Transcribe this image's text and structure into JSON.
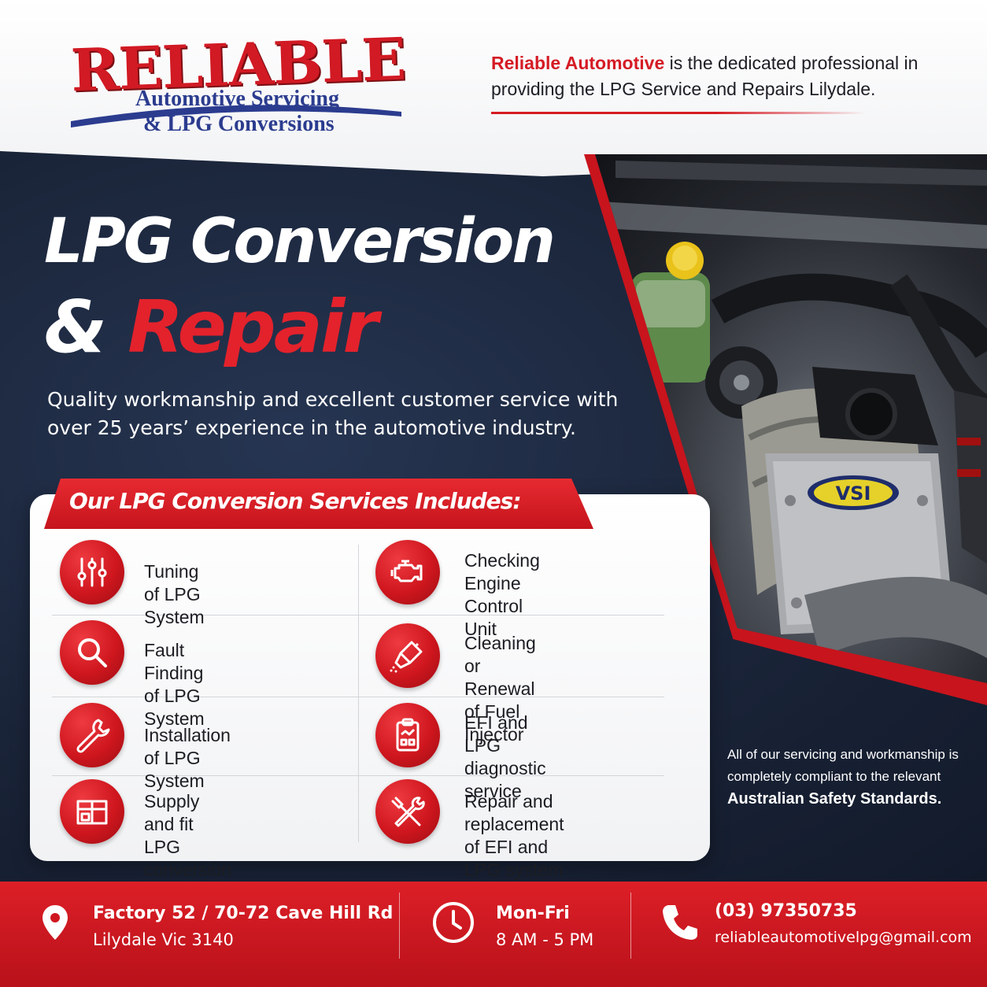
{
  "logo": {
    "main": "RELIABLE",
    "line1": "Automotive Servicing",
    "line2": "& LPG Conversions"
  },
  "tagline": {
    "brand": "Reliable Automotive",
    "rest": " is the dedicated professional in providing the LPG Service and Repairs Lilydale."
  },
  "headline": {
    "line1": "LPG Conversion",
    "amp": "& ",
    "highlight": "Repair"
  },
  "subtitle": "Quality workmanship and excellent customer service with over 25 years’ experience in the automotive industry.",
  "services": {
    "title": "Our LPG Conversion Services Includes:",
    "items": [
      {
        "label": "Tuning of LPG System",
        "icon": "sliders-icon"
      },
      {
        "label": "Checking Engine\nControl Unit",
        "icon": "engine-icon"
      },
      {
        "label": "Fault Finding of LPG System",
        "icon": "magnifier-icon"
      },
      {
        "label": "Cleaning or Renewal\nof Fuel Injector",
        "icon": "injector-icon"
      },
      {
        "label": "Installation of LPG System",
        "icon": "wrench-icon"
      },
      {
        "label": "EFI and LPG\ndiagnostic service",
        "icon": "clipboard-icon"
      },
      {
        "label": "Supply and fit LPG\nconversion kits",
        "icon": "box-icon"
      },
      {
        "label": "Repair and replacement\nof EFI and LPG system",
        "icon": "tools-icon"
      }
    ]
  },
  "compliance": {
    "text": "All of our servicing and workmanship is completely compliant to the relevant",
    "strong": "Australian Safety Standards",
    "end": "."
  },
  "engine_badge": "VSI",
  "footer": {
    "address_line1": "Factory 52 / 70-72 Cave Hill Rd",
    "address_line2": "Lilydale Vic 3140",
    "hours_days": "Mon-Fri",
    "hours_time": "8 AM - 5 PM",
    "phone": "(03) 97350735",
    "email": "reliableautomotivelpg@gmail.com"
  },
  "colors": {
    "brand_red": "#d51b24",
    "navy": "#1a2438",
    "logo_blue": "#2b3c8f"
  }
}
